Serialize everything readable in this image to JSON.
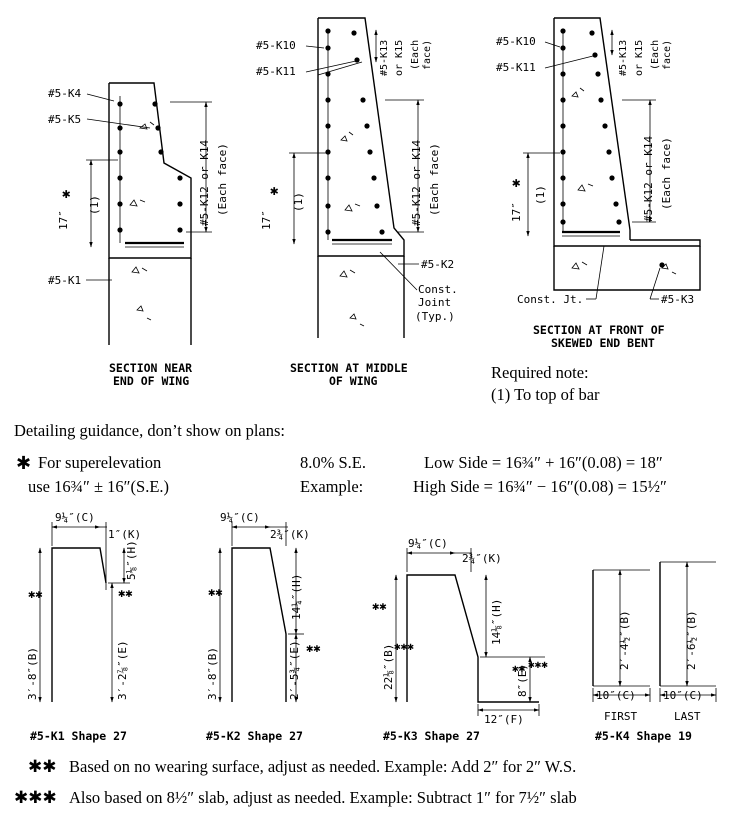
{
  "sections": {
    "near": {
      "caption1": "SECTION NEAR",
      "caption2": "END OF WING",
      "k4": "#5-K4",
      "k5": "#5-K5",
      "k1": "#5-K1",
      "dim17": "17″",
      "star": "✱",
      "note1": "(1)",
      "vlabel1": "#5-K12 or K14",
      "vlabel2": "(Each face)"
    },
    "middle": {
      "caption1": "SECTION AT MIDDLE",
      "caption2": "OF WING",
      "k10": "#5-K10",
      "k11": "#5-K11",
      "k2": "#5-K2",
      "cj1": "Const.",
      "cj2": "Joint",
      "cj3": "(Typ.)",
      "dim17": "17″",
      "star": "✱",
      "note1": "(1)",
      "v13a": "#5-K13",
      "v13b": "or K15",
      "v13c": "(Each",
      "v13d": "face)",
      "v12a": "#5-K12 or K14",
      "v12b": "(Each face)"
    },
    "front": {
      "caption1": "SECTION AT FRONT OF",
      "caption2": "SKEWED END BENT",
      "k10": "#5-K10",
      "k11": "#5-K11",
      "k3": "#5-K3",
      "cj": "Const. Jt.",
      "dim17": "17″",
      "star": "✱",
      "note1": "(1)",
      "v13a": "#5-K13",
      "v13b": "or K15",
      "v13c": "(Each",
      "v13d": "face)",
      "v12a": "#5-K12 or K14",
      "v12b": "(Each face)"
    }
  },
  "required_note": {
    "title": "Required note:",
    "line": "(1) To top of bar"
  },
  "guidance": {
    "heading": "Detailing guidance, don’t show on plans:",
    "star": "✱",
    "line1": "For superelevation",
    "line2": "use 16¾″ ± 16″(S.E.)",
    "se": "8.0% S.E.",
    "example": "Example:",
    "low": "Low Side = 16¾″ + 16″(0.08) = 18″",
    "high": "High Side = 16¾″ − 16″(0.08) = 15½″"
  },
  "shapes": {
    "k1": {
      "label": "#5-K1 Shape 27",
      "c": "9¼″(C)",
      "k": "1″(K)",
      "h": "5⅛″(H)",
      "b": "3′-8″(B)",
      "e": "3′-2⅞″(E)"
    },
    "k2": {
      "label": "#5-K2 Shape 27",
      "c": "9¼″(C)",
      "k": "2¾″(K)",
      "h": "14¼″(H)",
      "b": "3′-8″(B)",
      "e": "2′-5¾″(E)"
    },
    "k3": {
      "label": "#5-K3 Shape 27",
      "c": "9¼″(C)",
      "k": "2¾″(K)",
      "h": "14⅛″(H)",
      "b": "22⅛″(B)",
      "e": "8″(E)",
      "f": "12″(F)"
    },
    "k4": {
      "label": "#5-K4 Shape 19",
      "first_b": "2′-4½″(B)",
      "last_b": "2′-6½″(B)",
      "c": "10″(C)",
      "first": "FIRST",
      "last": "LAST"
    },
    "marks2": "✱✱",
    "marks3": "✱✱✱"
  },
  "footnotes": {
    "ws_mark": "✱✱",
    "ws": "Based on no wearing surface, adjust as needed. Example: Add 2″ for 2″ W.S.",
    "slab_mark": "✱✱✱",
    "slab": "Also based on 8½″ slab, adjust as needed. Example: Subtract 1″ for 7½″ slab"
  }
}
